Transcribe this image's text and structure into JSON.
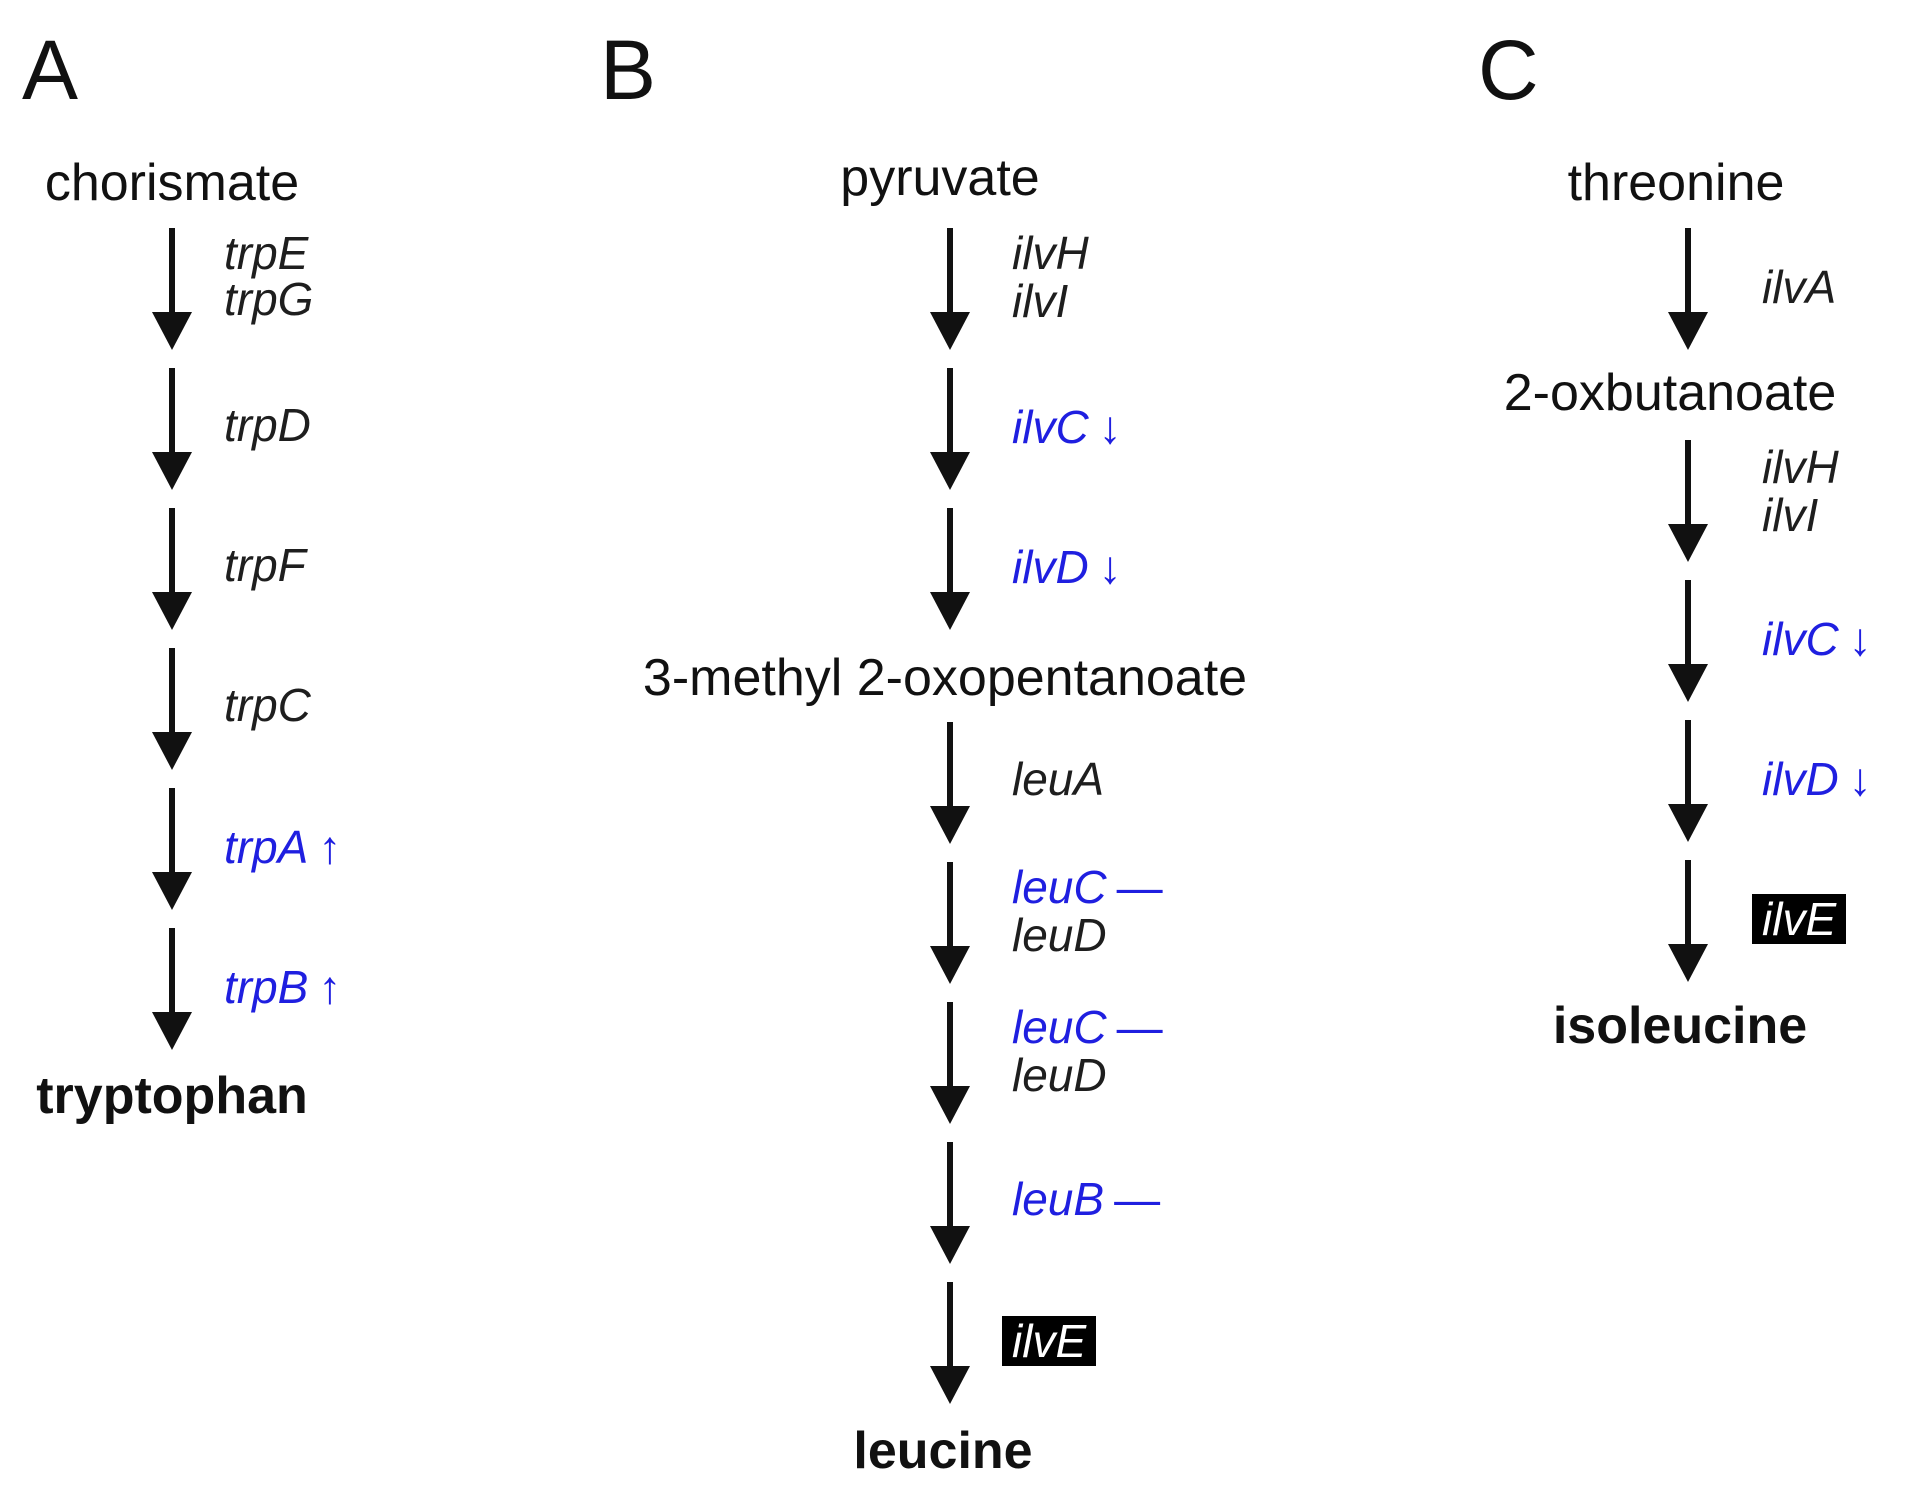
{
  "panels": [
    {
      "letter": "A",
      "start": "chorismate",
      "product": "tryptophan",
      "steps": [
        {
          "genes": [
            {
              "name": "trpE",
              "color": "black"
            },
            {
              "name": "trpG",
              "color": "black"
            }
          ]
        },
        {
          "genes": [
            {
              "name": "trpD",
              "color": "black"
            }
          ]
        },
        {
          "genes": [
            {
              "name": "trpF",
              "color": "black"
            }
          ]
        },
        {
          "genes": [
            {
              "name": "trpC",
              "color": "black"
            }
          ]
        },
        {
          "genes": [
            {
              "name": "trpA",
              "color": "blue",
              "indicator": "↑"
            }
          ]
        },
        {
          "genes": [
            {
              "name": "trpB",
              "color": "blue",
              "indicator": "↑"
            }
          ]
        }
      ]
    },
    {
      "letter": "B",
      "start": "pyruvate",
      "intermediate": "3-methyl 2-oxopentanoate",
      "product": "leucine",
      "steps": [
        {
          "genes": [
            {
              "name": "ilvH",
              "color": "black"
            },
            {
              "name": "ilvI",
              "color": "black"
            }
          ]
        },
        {
          "genes": [
            {
              "name": "ilvC",
              "color": "blue",
              "indicator": "↓"
            }
          ]
        },
        {
          "genes": [
            {
              "name": "ilvD",
              "color": "blue",
              "indicator": "↓"
            }
          ]
        },
        {
          "genes": [
            {
              "name": "leuA",
              "color": "black"
            }
          ]
        },
        {
          "genes": [
            {
              "name": "leuC",
              "color": "blue",
              "indicator": "—"
            },
            {
              "name": "leuD",
              "color": "black"
            }
          ]
        },
        {
          "genes": [
            {
              "name": "leuC",
              "color": "blue",
              "indicator": "—"
            },
            {
              "name": "leuD",
              "color": "black"
            }
          ]
        },
        {
          "genes": [
            {
              "name": "leuB",
              "color": "blue",
              "indicator": "—"
            }
          ]
        },
        {
          "genes": [
            {
              "name": "ilvE",
              "color": "highlight"
            }
          ]
        }
      ]
    },
    {
      "letter": "C",
      "start": "threonine",
      "intermediate": "2-oxbutanoate",
      "product": "isoleucine",
      "steps": [
        {
          "genes": [
            {
              "name": "ilvA",
              "color": "black"
            }
          ]
        },
        {
          "genes": [
            {
              "name": "ilvH",
              "color": "black"
            },
            {
              "name": "ilvI",
              "color": "black"
            }
          ]
        },
        {
          "genes": [
            {
              "name": "ilvC",
              "color": "blue",
              "indicator": "↓"
            }
          ]
        },
        {
          "genes": [
            {
              "name": "ilvD",
              "color": "blue",
              "indicator": "↓"
            }
          ]
        },
        {
          "genes": [
            {
              "name": "ilvE",
              "color": "highlight"
            }
          ]
        }
      ]
    }
  ]
}
